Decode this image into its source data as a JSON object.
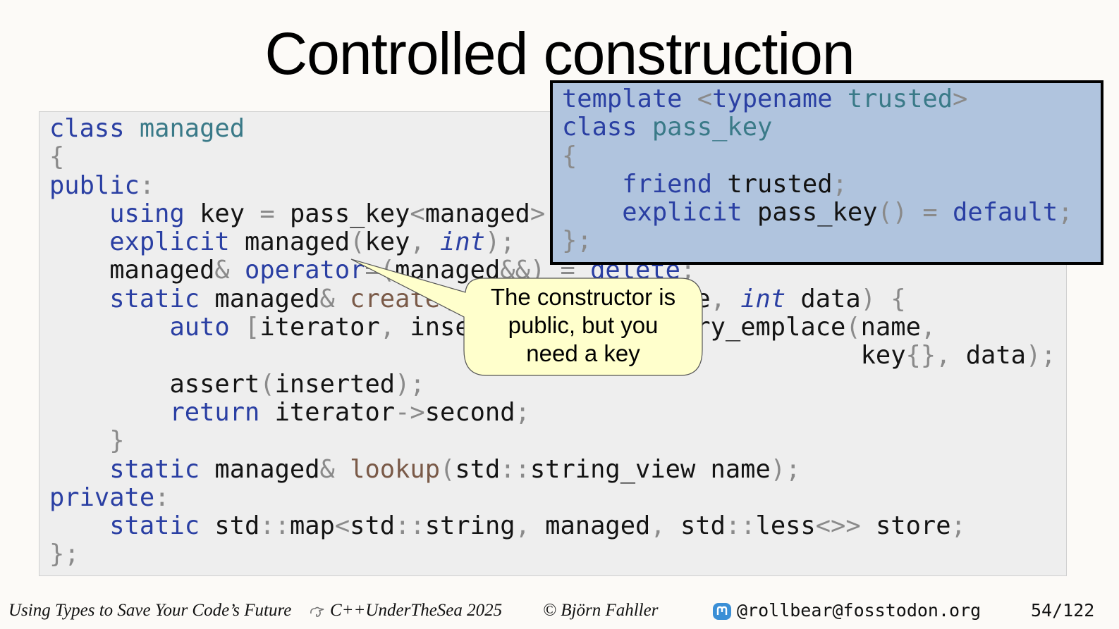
{
  "slide": {
    "title": "Controlled construction",
    "code_lines": [
      "class managed",
      "{",
      "public:",
      "    using key = pass_key<managed>;",
      "    explicit managed(key, int);",
      "    managed& operator=(managed&&) = delete;",
      "    static managed& create(std::string& name, int data) {",
      "        auto [iterator, inserted] = store.try_emplace(name,",
      "                                                      key{}, data);",
      "        assert(inserted);",
      "        return iterator->second;",
      "    }",
      "    static managed& lookup(std::string_view name);",
      "private:",
      "    static std::map<std::string, managed, std::less<>> store;",
      "};"
    ],
    "overlay_code_lines": [
      "template <typename trusted>",
      "class pass_key",
      "{",
      "    friend trusted;",
      "    explicit pass_key() = default;",
      "};"
    ],
    "callout": {
      "line1": "The constructor is",
      "line2": "public, but you",
      "line3": "need a key"
    }
  },
  "footer": {
    "talk_title": "Using Types to Save Your Code’s Future",
    "conference": "C++UnderTheSea 2025",
    "copyright": "© Björn Fahller",
    "mastodon_handle": "@rollbear@fosstodon.org",
    "page_counter": "54/122",
    "conference_icon": "seahorse-icon",
    "mastodon_icon": "mastodon-icon"
  },
  "colors": {
    "background": "#fcfaf7",
    "code_background": "#eeeeee",
    "overlay_background": "#b0c4de",
    "keyword": "#2a3fa3",
    "type_name": "#3a7a88",
    "function_name": "#7a5a48",
    "callout_fill": "#ffffcc",
    "mastodon": "#3b8fd6"
  }
}
